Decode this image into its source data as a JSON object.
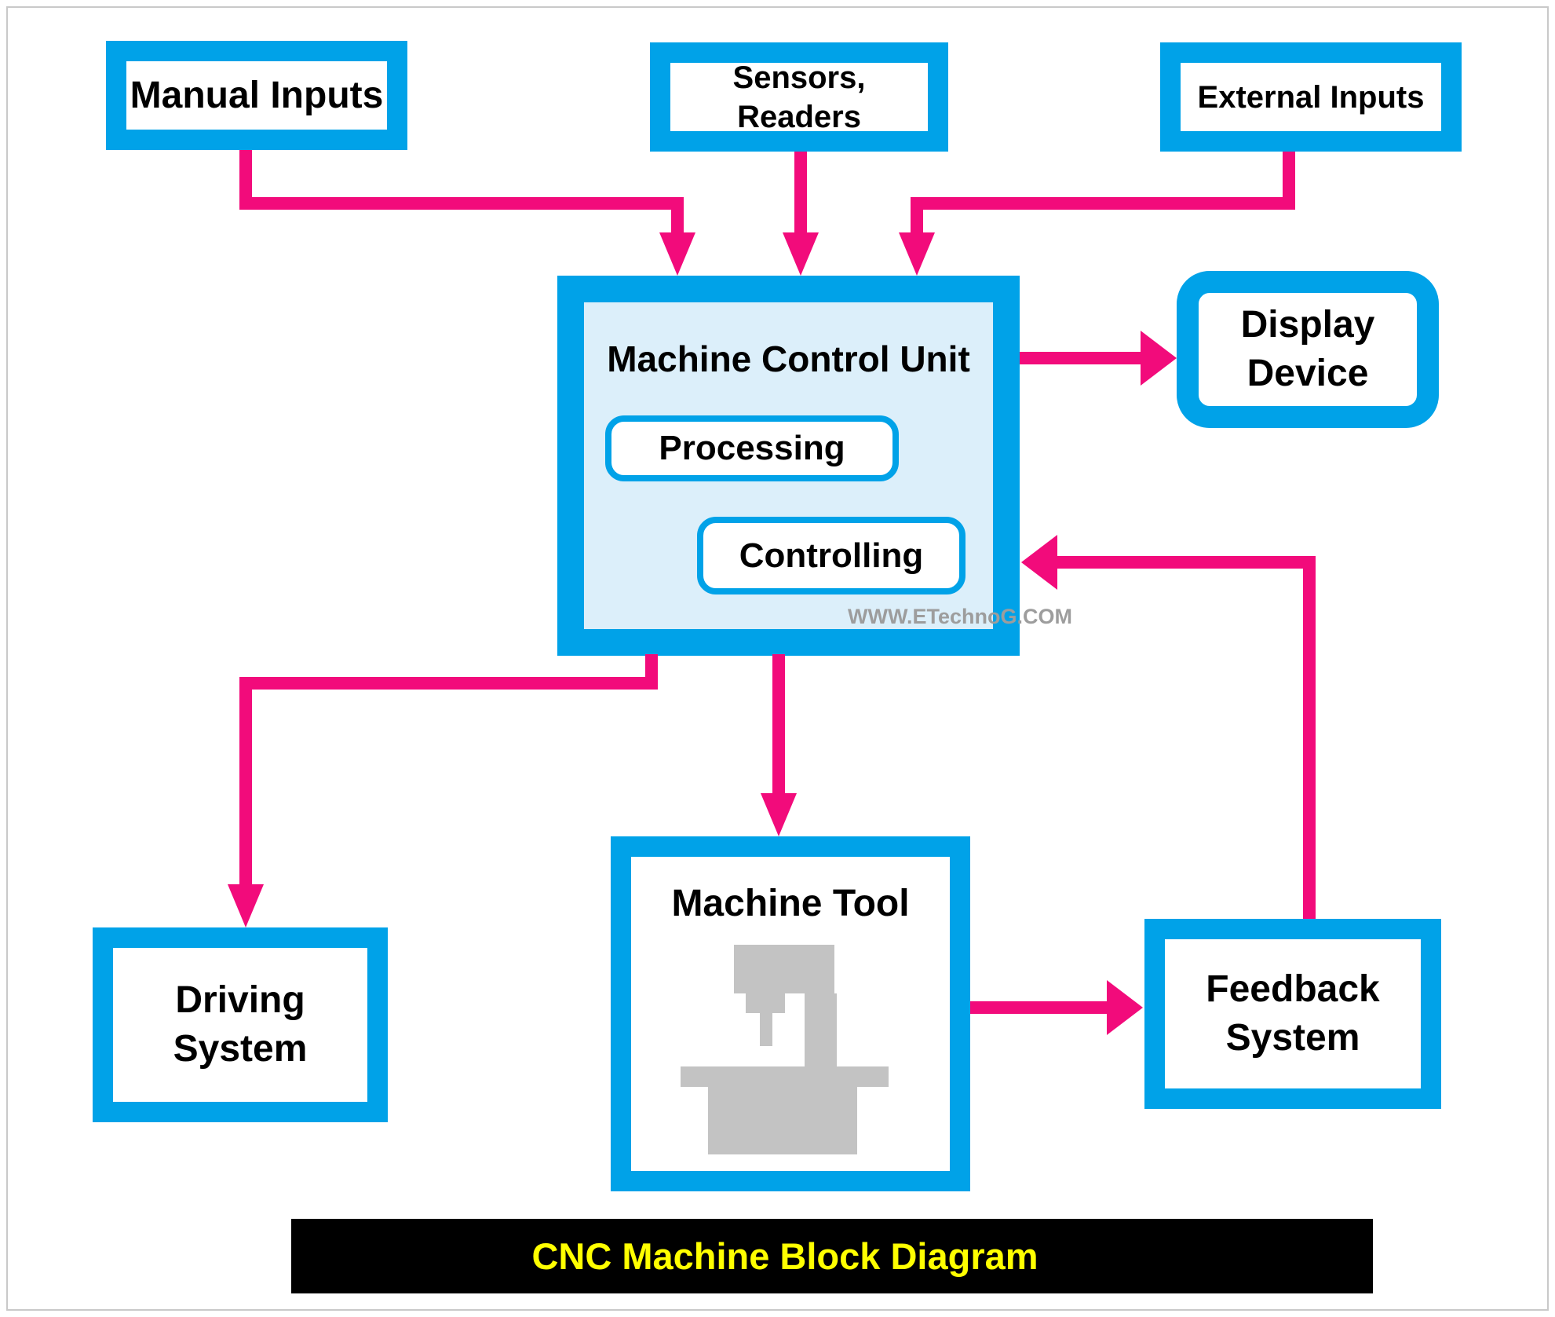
{
  "colors": {
    "box_border_cyan": "#00A2E8",
    "arrow_pink": "#F20B7B",
    "mcu_fill_light_blue": "#DCEFFA",
    "machine_icon_gray": "#C3C3C3",
    "watermark_gray": "#9D9D9D",
    "banner_bg": "#000000",
    "banner_text": "#FFFF00",
    "frame_gray": "#C9C9C9"
  },
  "icons": {
    "machine_tool": "milling-machine-silhouette"
  },
  "watermark": "WWW.ETechnoG.COM",
  "banner": {
    "label": "CNC Machine Block Diagram"
  },
  "nodes": {
    "manual_inputs": {
      "label": "Manual Inputs"
    },
    "sensors_readers": {
      "label": "Sensors, Readers"
    },
    "external_inputs": {
      "label": "External Inputs"
    },
    "machine_control_unit": {
      "label": "Machine Control Unit"
    },
    "processing": {
      "label": "Processing"
    },
    "controlling": {
      "label": "Controlling"
    },
    "display_device": {
      "line1": "Display",
      "line2": "Device"
    },
    "driving_system": {
      "line1": "Driving",
      "line2": "System"
    },
    "machine_tool": {
      "label": "Machine Tool"
    },
    "feedback_system": {
      "line1": "Feedback",
      "line2": "System"
    }
  }
}
